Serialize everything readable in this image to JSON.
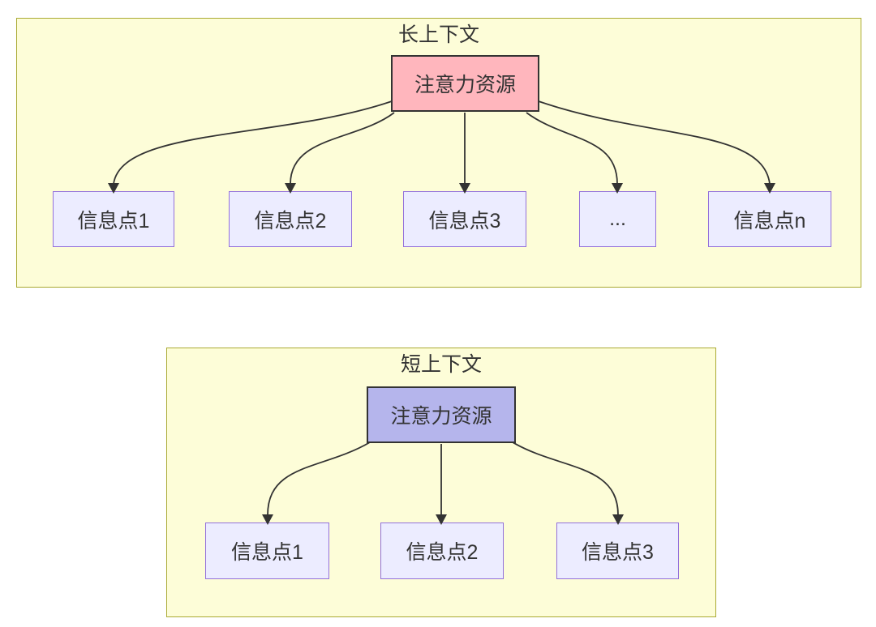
{
  "diagram": {
    "type": "flowchart-attention-comparison",
    "panels": [
      {
        "id": "long-context",
        "title": "长上下文",
        "source": {
          "label": "注意力资源"
        },
        "targets": [
          {
            "label": "信息点1"
          },
          {
            "label": "信息点2"
          },
          {
            "label": "信息点3"
          },
          {
            "label": "..."
          },
          {
            "label": "信息点n"
          }
        ],
        "edges": [
          {
            "from": "注意力资源",
            "to": "信息点1"
          },
          {
            "from": "注意力资源",
            "to": "信息点2"
          },
          {
            "from": "注意力资源",
            "to": "信息点3"
          },
          {
            "from": "注意力资源",
            "to": "..."
          },
          {
            "from": "注意力资源",
            "to": "信息点n"
          }
        ]
      },
      {
        "id": "short-context",
        "title": "短上下文",
        "source": {
          "label": "注意力资源"
        },
        "targets": [
          {
            "label": "信息点1"
          },
          {
            "label": "信息点2"
          },
          {
            "label": "信息点3"
          }
        ],
        "edges": [
          {
            "from": "注意力资源",
            "to": "信息点1"
          },
          {
            "from": "注意力资源",
            "to": "信息点2"
          },
          {
            "from": "注意力资源",
            "to": "信息点3"
          }
        ]
      }
    ],
    "colors": {
      "panel_fill": "#fdfdd8",
      "panel_border": "#aaaa33",
      "node_fill": "#ececff",
      "node_border": "#9370db",
      "source_border": "#333333",
      "edge": "#333333",
      "text": "#333333",
      "long_source_fill": "#ffb6bd",
      "short_source_fill": "#b5b5ec"
    }
  }
}
